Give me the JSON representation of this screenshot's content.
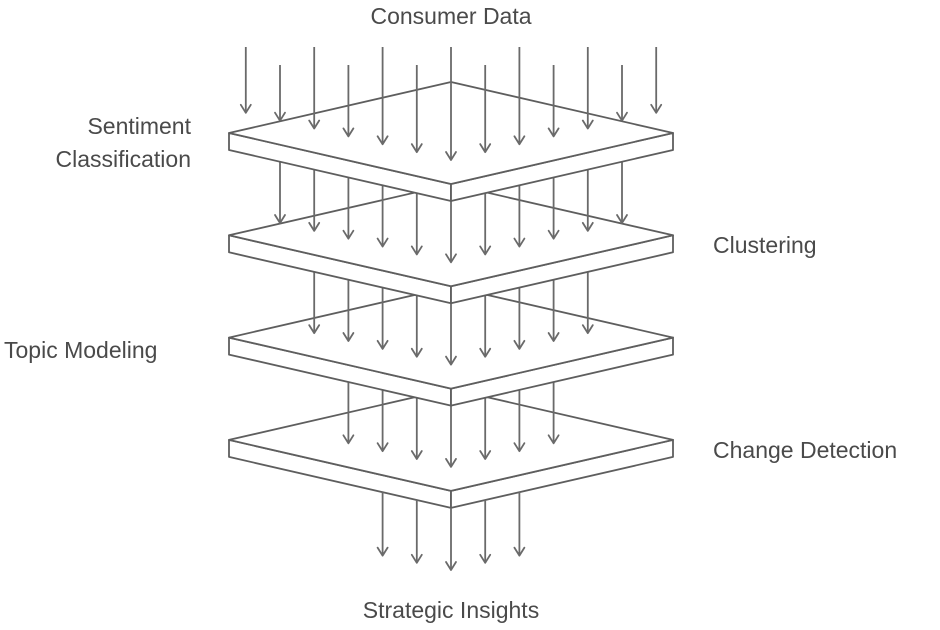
{
  "diagram": {
    "title": "Consumer Data",
    "output": "Strategic Insights",
    "layers": [
      {
        "name": "Sentiment Classification",
        "label_lines": [
          "Sentiment",
          "Classification"
        ],
        "side": "left",
        "arrows_in": 13
      },
      {
        "name": "Clustering",
        "label_lines": [
          "Clustering"
        ],
        "side": "right",
        "arrows_in": 11
      },
      {
        "name": "Topic Modeling",
        "label_lines": [
          "Topic Modeling"
        ],
        "side": "left",
        "arrows_in": 9
      },
      {
        "name": "Change Detection",
        "label_lines": [
          "Change Detection"
        ],
        "side": "right",
        "arrows_in": 7
      }
    ],
    "arrows_out": 5,
    "flow_direction": "top-to-bottom",
    "colors": {
      "text": "#4a4a4a",
      "stroke": "#5e5e5e",
      "arrow": "#6a6a6a",
      "background": "#ffffff"
    }
  }
}
